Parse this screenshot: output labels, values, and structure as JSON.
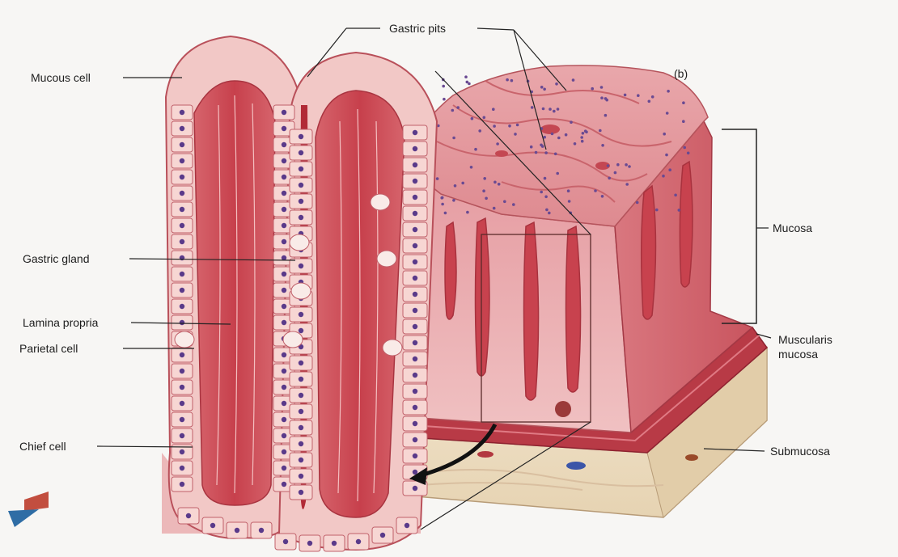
{
  "figure": {
    "panel_letter": "(b)",
    "labels": {
      "mucous_cell": "Mucous cell",
      "gastric_pits": "Gastric pits",
      "gastric_gland": "Gastric gland",
      "lamina_propria": "Lamina propria",
      "parietal_cell": "Parietal cell",
      "chief_cell": "Chief cell",
      "mucosa": "Mucosa",
      "muscularis_mucosa_line1": "Muscularis",
      "muscularis_mucosa_line2": "mucosa",
      "submucosa": "Submucosa"
    },
    "colors": {
      "tissue_pink": "#e9a0a3",
      "tissue_red": "#c94a55",
      "cell_nucleus": "#5a3a8a",
      "submucosa": "#efe0c4",
      "background": "#f7f6f4"
    }
  }
}
